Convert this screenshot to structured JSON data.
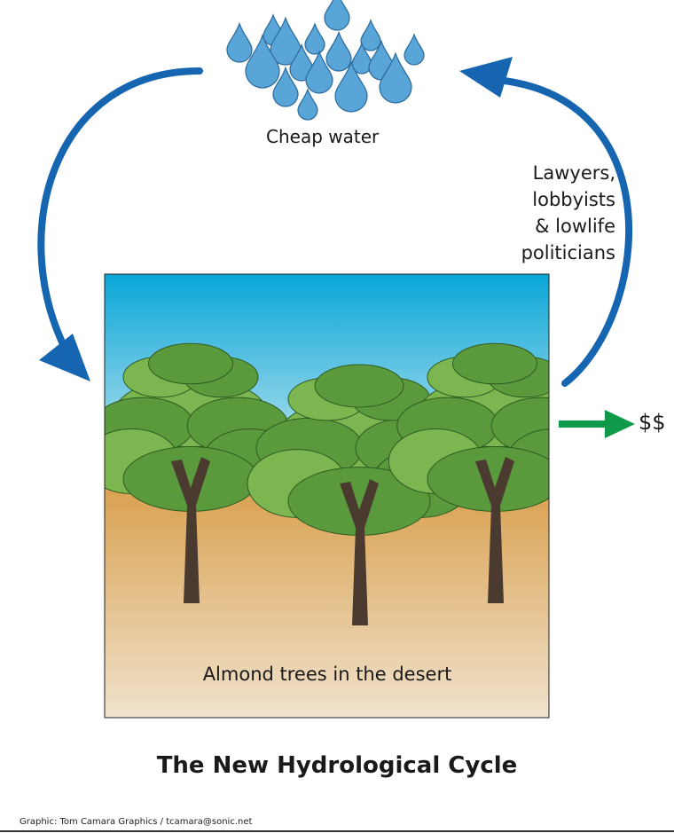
{
  "labels": {
    "water": "Cheap water",
    "actors": [
      "Lawyers,",
      "lobbyists",
      "& lowlife",
      "politicians"
    ],
    "money": "$$",
    "scene": "Almond trees in the desert",
    "title": "The New Hydrological Cycle",
    "credit": "Graphic: Tom Camara Graphics / tcamara@sonic.net"
  },
  "colors": {
    "cycle_arrow": "#1565b0",
    "money_arrow": "#0e9a4a",
    "drop": "#5aa5d8",
    "drop_outline": "#2a6a9c",
    "sky_top": "#0aa6d8",
    "sky_bottom": "#d8eef2",
    "ground_top": "#d9a04e",
    "ground_bottom": "#f0e2cc",
    "foliage": "#5a9a3c",
    "foliage_light": "#7cb650",
    "trunk": "#4a3a30"
  }
}
